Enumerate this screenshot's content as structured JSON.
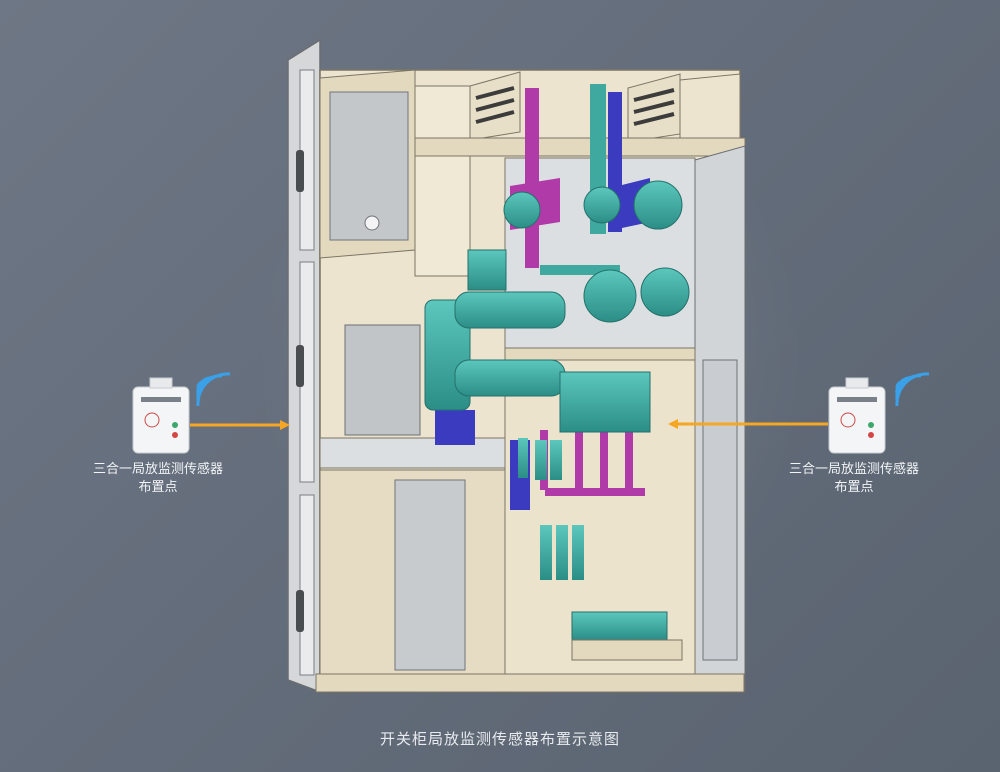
{
  "caption": "开关柜局放监测传感器布置示意图",
  "sensor_left": {
    "line1": "三合一局放监测传感器",
    "line2": "布置点"
  },
  "sensor_right": {
    "line1": "三合一局放监测传感器",
    "line2": "布置点"
  },
  "colors": {
    "background": "#646d7b",
    "cabinet_panel": "#e6dcc4",
    "cabinet_gray": "#c8cbce",
    "teal_component": "#3fa9a0",
    "busbar_magenta": "#b03aa8",
    "busbar_blue": "#3b3bc0",
    "arrow_orange": "#f5a623",
    "wifi_blue": "#3aa0e8"
  }
}
